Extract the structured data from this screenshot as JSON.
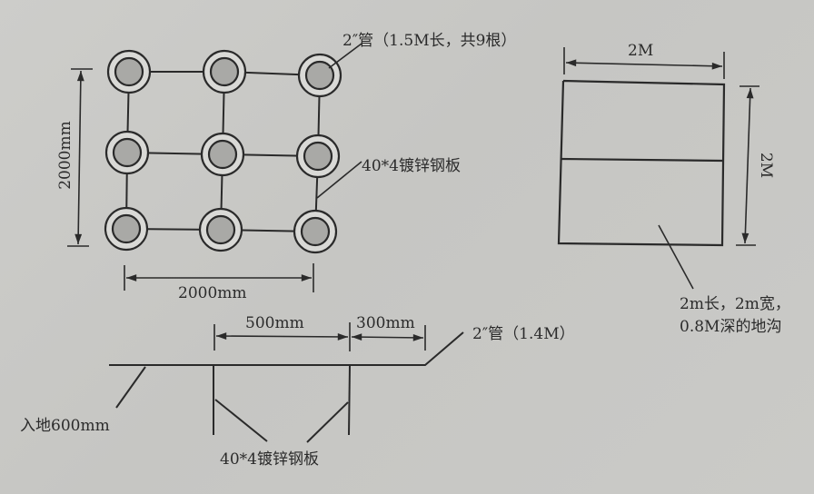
{
  "diagram": {
    "type": "grounding-electrode-layout",
    "colors": {
      "background": "#c9c9c6",
      "line": "#2a2a2a",
      "pipe_fill": "#a9a9a6"
    },
    "plan_view": {
      "pipe_label": "2″管（1.5M长，共9根）",
      "strap_label": "40*4镀锌钢板",
      "width_dim": "2000mm",
      "height_dim": "2000mm",
      "grid": {
        "rows": 3,
        "cols": 3,
        "pipe_count": 9
      }
    },
    "pit_view": {
      "top_dim": "2M",
      "side_dim": "2M",
      "note_line1": "2m长，2m宽，",
      "note_line2": "0.8M深的地沟"
    },
    "section_view": {
      "dim_a": "500mm",
      "dim_b": "300mm",
      "pipe_label": "2″管（1.4M）",
      "depth_label": "入地600mm",
      "strap_label": "40*4镀锌钢板"
    }
  }
}
